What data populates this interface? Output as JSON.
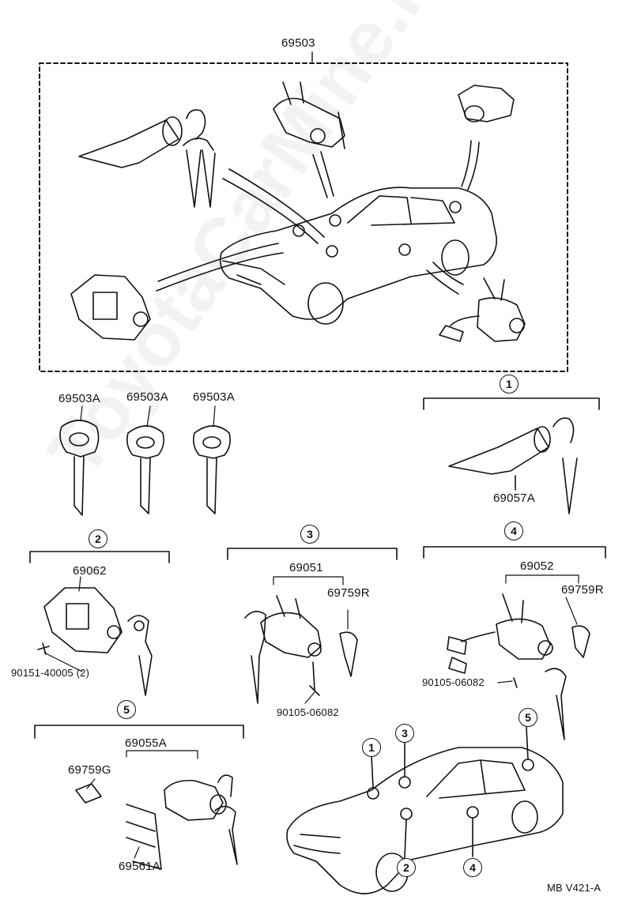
{
  "watermark": "ToyotaCarMine.ru",
  "set_part": "69503",
  "keys": [
    "69503A",
    "69503A",
    "69503A"
  ],
  "groups": [
    {
      "callout": "1",
      "parts": [
        "69057A"
      ]
    },
    {
      "callout": "2",
      "parts": [
        "69062",
        "90151-40005 (2)"
      ]
    },
    {
      "callout": "3",
      "parts": [
        "69051",
        "69759R",
        "90105-06082"
      ]
    },
    {
      "callout": "4",
      "parts": [
        "69052",
        "69759R",
        "90105-06082"
      ]
    },
    {
      "callout": "5",
      "parts": [
        "69055A",
        "69759G",
        "69561A"
      ]
    }
  ],
  "car_callouts": [
    "1",
    "2",
    "3",
    "4",
    "5"
  ],
  "figure_code": "MB  V421-A",
  "colors": {
    "ink": "#111111",
    "paper": "#ffffff"
  }
}
